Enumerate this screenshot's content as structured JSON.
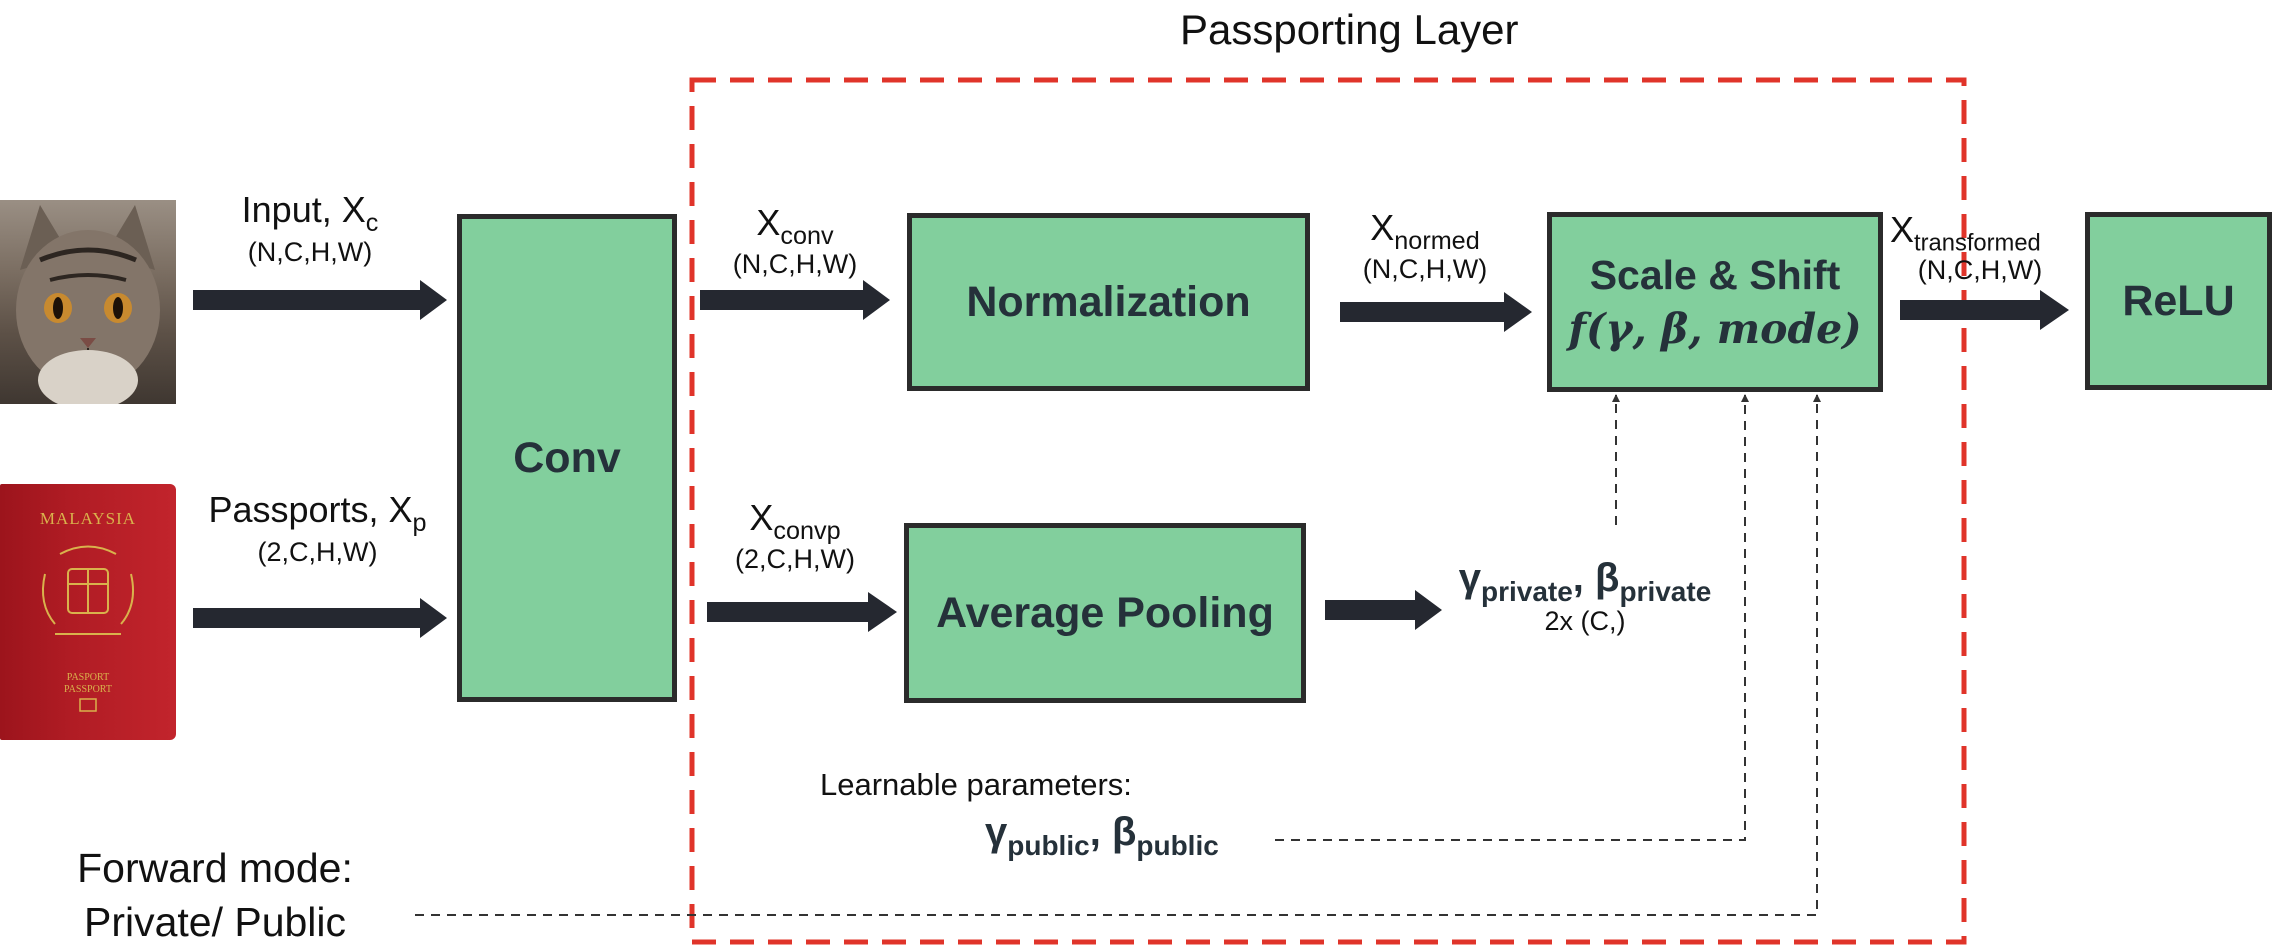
{
  "title": "Passporting Layer",
  "inputs": {
    "input_label": "Input, X",
    "input_sub": "c",
    "input_dims": "(N,C,H,W)",
    "passport_label": "Passports, X",
    "passport_sub": "p",
    "passport_dims": "(2,C,H,W)",
    "passport_cover_title": "MALAYSIA",
    "passport_cover_word1": "PASPORT",
    "passport_cover_word2": "PASSPORT"
  },
  "blocks": {
    "conv": "Conv",
    "normalization": "Normalization",
    "avg_pool": "Average Pooling",
    "scale_shift": "Scale & Shift",
    "scale_shift_formula": "f(γ, β, mode)",
    "relu": "ReLU"
  },
  "edges": {
    "xconv_base": "X",
    "xconv_sub": "conv",
    "xconv_dims": "(N,C,H,W)",
    "xconvp_base": "X",
    "xconvp_sub": "convp",
    "xconvp_dims": "(2,C,H,W)",
    "xnormed_base": "X",
    "xnormed_sub": "normed",
    "xnormed_dims": "(N,C,H,W)",
    "xtrans_base": "X",
    "xtrans_sub": "transformed",
    "xtrans_dims": "(N,C,H,W)"
  },
  "private_params": {
    "gamma": "γ",
    "gamma_sub": "private",
    "sep": ", ",
    "beta": "β",
    "beta_sub": "private",
    "dims": "2x (C,)"
  },
  "learnable": {
    "label": "Learnable parameters:",
    "gamma": "γ",
    "gamma_sub": "public",
    "sep": ", ",
    "beta": "β",
    "beta_sub": "public"
  },
  "forward_mode": {
    "line1": "Forward mode:",
    "line2": "Private/ Public"
  },
  "colors": {
    "block_fill": "#82cf9d",
    "block_border": "#2b2b2b",
    "arrow": "#252830",
    "dashed_region": "#e0342a",
    "passport_red": "#b01c24"
  }
}
